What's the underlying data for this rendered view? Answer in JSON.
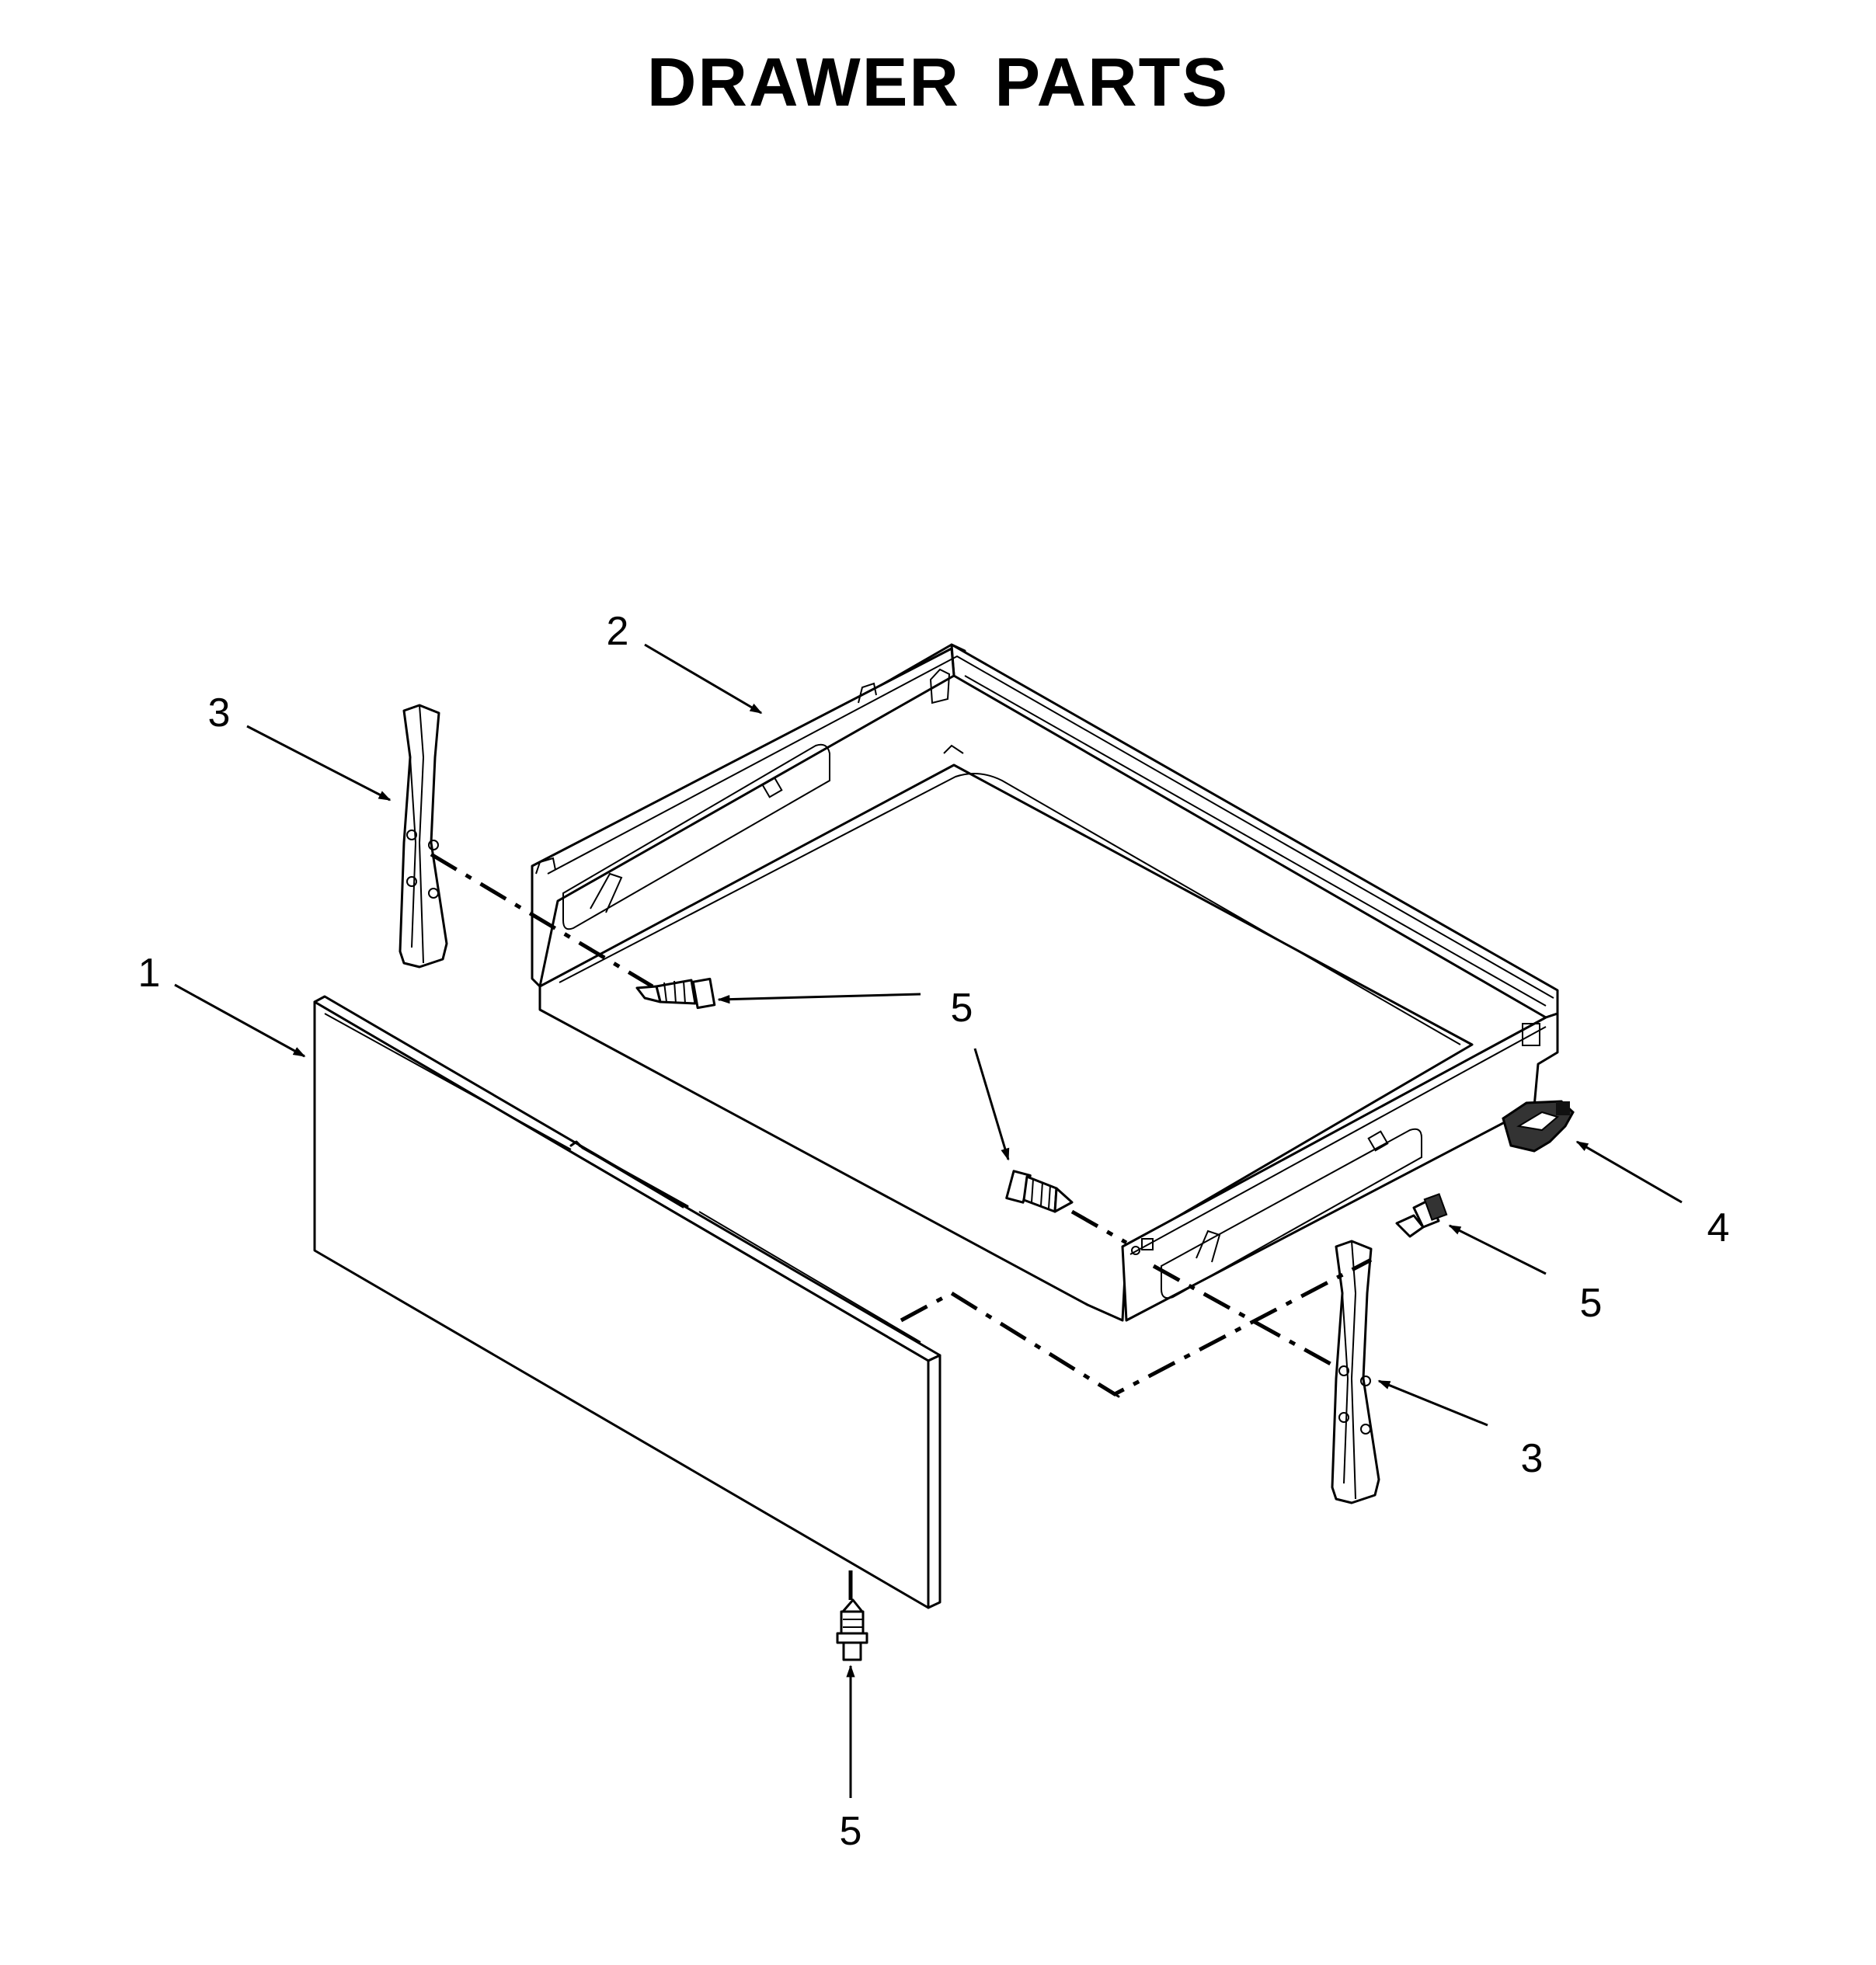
{
  "title": "DRAWER PARTS",
  "callouts": [
    {
      "id": "c1",
      "text": "1"
    },
    {
      "id": "c2",
      "text": "2"
    },
    {
      "id": "c3a",
      "text": "3"
    },
    {
      "id": "c3b",
      "text": "3"
    },
    {
      "id": "c4",
      "text": "4"
    },
    {
      "id": "c5a",
      "text": "5"
    },
    {
      "id": "c5b",
      "text": "5"
    },
    {
      "id": "c5c",
      "text": "5"
    },
    {
      "id": "c5d",
      "text": "5"
    }
  ],
  "colors": {
    "line": "#000000",
    "background": "#ffffff"
  }
}
